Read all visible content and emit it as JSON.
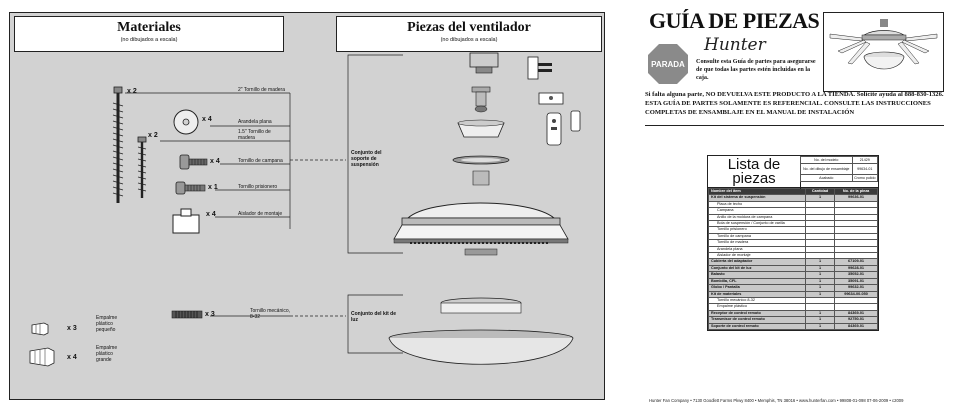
{
  "materiales": {
    "title": "Materiales",
    "subtitle": "(no dibujados a escala)",
    "items": [
      {
        "qty": "x 2",
        "label": "2\" Tornillo de madera"
      },
      {
        "qty": "x 4",
        "label": "Arandela plana"
      },
      {
        "qty": "x 2",
        "label": "1.5\" Tornillo de madera"
      },
      {
        "qty": "x 4",
        "label": "Tornillo de campana"
      },
      {
        "qty": "x 1",
        "label": "Tornillo prisionero"
      },
      {
        "qty": "x 4",
        "label": "Aislador de montaje"
      },
      {
        "qty": "x 3",
        "label": "Tornillo mecánico, 8-32"
      },
      {
        "qty": "x 3",
        "label": "Empalme plástico pequeño"
      },
      {
        "qty": "x 4",
        "label": "Empalme plástico grande"
      }
    ]
  },
  "piezas": {
    "title": "Piezas del ventilador",
    "subtitle": "(no dibujados a escala)",
    "group_soporte": "Conjunto del soporte de suspensión",
    "group_luz": "Conjunto del kit de luz"
  },
  "header": {
    "title": "GUÍA DE PIEZAS",
    "brand": "Hunter",
    "stop_sign": "PARADA",
    "consult": "Consulte esta Guía de partes para asegurarse de que todas las partes estén incluidas en la caja.",
    "warning": "Si falta alguna parte, NO DEVUELVA ESTE PRODUCTO A LA TIENDA. Solicite ayuda al 888-830-1326. ESTA GUÍA DE PARTES SOLAMENTE ES REFERENCIAL. CONSULTE LAS INSTRUCCIONES COMPLETAS DE ENSAMBLAJE EN EL MANUAL DE INSTALACIÓN"
  },
  "parts_list": {
    "title": "Lista de piezas",
    "meta": {
      "model_label": "No. del modelo",
      "model_value": "21429",
      "drawing_label": "No. del dibujo de ensamblaje",
      "drawing_value": "99634-01",
      "finish_label": "Acabado",
      "finish_value": "Cromo pulido"
    },
    "headers": [
      "Nombre del ítem",
      "Cantidad",
      "No. de la pieza"
    ],
    "rows": [
      {
        "name": "Kit del sistema de suspensión",
        "qty": "1",
        "part": "99636-01",
        "type": "grp"
      },
      {
        "name": "Placa de techo",
        "qty": "",
        "part": "",
        "type": "sub"
      },
      {
        "name": "Campana",
        "qty": "",
        "part": "",
        "type": "sub"
      },
      {
        "name": "Anillo de la moldura de campana",
        "qty": "",
        "part": "",
        "type": "sub"
      },
      {
        "name": "Bola de suspensión / Conjunto de varilla",
        "qty": "",
        "part": "",
        "type": "sub"
      },
      {
        "name": "Tornillo prisionero",
        "qty": "",
        "part": "",
        "type": "sub"
      },
      {
        "name": "Tornillo de campana",
        "qty": "",
        "part": "",
        "type": "sub"
      },
      {
        "name": "Tornillo de madera",
        "qty": "",
        "part": "",
        "type": "sub"
      },
      {
        "name": "Arandela plana",
        "qty": "",
        "part": "",
        "type": "sub"
      },
      {
        "name": "Aislador de montaje",
        "qty": "",
        "part": "",
        "type": "sub"
      },
      {
        "name": "Cubierta del adaptador",
        "qty": "1",
        "part": "67109-01",
        "type": "grp"
      },
      {
        "name": "Conjunto del kit de luz",
        "qty": "1",
        "part": "99628-01",
        "type": "grp"
      },
      {
        "name": "Balasto",
        "qty": "1",
        "part": "35052-01",
        "type": "grp"
      },
      {
        "name": "Bombilla, CFL",
        "qty": "1",
        "part": "35091-01",
        "type": "grp"
      },
      {
        "name": "Globo / Pantalla",
        "qty": "1",
        "part": "99632-01",
        "type": "grp"
      },
      {
        "name": "Kit de materiales",
        "qty": "1",
        "part": "99634-00-050",
        "type": "grp"
      },
      {
        "name": "Tornillo mecánico 8-32",
        "qty": "",
        "part": "",
        "type": "sub"
      },
      {
        "name": "Empalme plástico",
        "qty": "",
        "part": "",
        "type": "sub"
      },
      {
        "name": "Receptor de control remoto",
        "qty": "1",
        "part": "84369-01",
        "type": "grp"
      },
      {
        "name": "Transmisor de control remoto",
        "qty": "1",
        "part": "92750-01",
        "type": "grp"
      },
      {
        "name": "Soporte de control remoto",
        "qty": "1",
        "part": "84369-01",
        "type": "grp"
      }
    ]
  },
  "footer": "Hunter Fan Company  •  7130 Goodlett Farms Pkwy 8400  •  Memphis, TN 38016  •  www.hunterfan.com  •  99808-01-098  07-06-2009  •  c2009"
}
